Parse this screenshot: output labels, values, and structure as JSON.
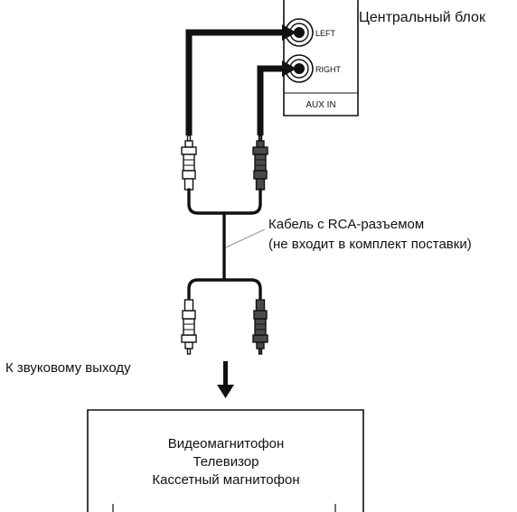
{
  "colors": {
    "ink": "#111111",
    "plug_white": "#ffffff",
    "plug_dark": "#4a4a4a",
    "pointer_line": "#9a9a9a"
  },
  "central_unit": {
    "title": "Центральный блок",
    "jack_left": "LEFT",
    "jack_right": "RIGHT",
    "panel_label": "AUX IN"
  },
  "cable": {
    "label_line1": "Кабель с RCA-разъемом",
    "label_line2": "(не входит в комплект поставки)"
  },
  "audio_out_label": "К звуковому выходу",
  "source_device": {
    "line1": "Видеомагнитофон",
    "line2": "Телевизор",
    "line3": "Кассетный магнитофон"
  },
  "icons": [
    "rca-jack-icon",
    "rca-plug-icon",
    "arrow-down-icon"
  ]
}
